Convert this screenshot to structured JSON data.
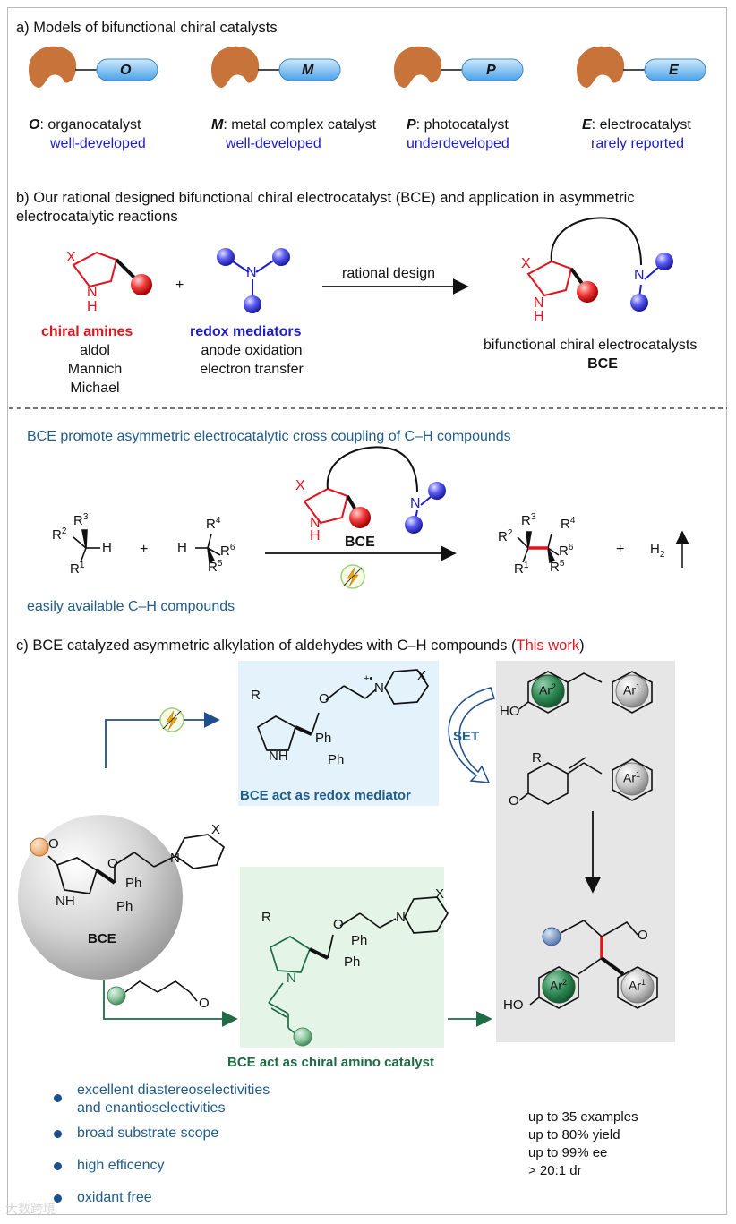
{
  "section_a": {
    "heading": "a) Models of bifunctional chiral catalysts",
    "models": [
      {
        "code": "O",
        "code_label": "O",
        "desc": ": organocatalyst",
        "status": "well-developed"
      },
      {
        "code": "M",
        "code_label": "M",
        "desc": ": metal complex catalyst",
        "status": "well-developed"
      },
      {
        "code": "P",
        "code_label": "P",
        "desc": ": photocatalyst",
        "status": "underdeveloped"
      },
      {
        "code": "E",
        "code_label": "E",
        "desc": ": electrocatalyst",
        "status": "rarely reported"
      }
    ]
  },
  "section_b": {
    "heading_line1": "b) Our rational designed bifunctional chiral electrocatalyst (BCE) and application in asymmetric",
    "heading_line2": "electrocatalytic reactions",
    "amine_title": "chiral amines",
    "amine_uses": [
      "aldol",
      "Mannich",
      "Michael"
    ],
    "mediator_title": "redox mediators",
    "mediator_uses": [
      "anode oxidation",
      "electron transfer"
    ],
    "arrow_label": "rational design",
    "product_title": "bifunctional chiral electrocatalysts",
    "product_abbr": "BCE",
    "plus": "+",
    "atom_x": "X",
    "atom_n": "N",
    "atom_h": "H"
  },
  "coupling": {
    "heading": "BCE promote asymmetric electrocatalytic cross coupling of C–H compounds",
    "reagent_label": "BCE",
    "substrate_caption": "easily available C–H compounds",
    "r1": "R",
    "r2": "R",
    "r3": "R",
    "r4": "R",
    "r5": "R",
    "r6": "R",
    "sup1": "1",
    "sup2": "2",
    "sup3": "3",
    "sup4": "4",
    "sup5": "5",
    "sup6": "6",
    "h": "H",
    "h2": "H",
    "h2_sub": "2",
    "plus": "+"
  },
  "section_c": {
    "heading_pre": "c) BCE catalyzed asymmetric alkylation of aldehydes with C–H compounds (",
    "heading_highlight": "This work",
    "heading_post": ")",
    "sphere_label": "BCE",
    "redox_caption": "BCE act as redox mediator",
    "amino_caption": "BCE act as chiral amino catalyst",
    "set_label": "SET",
    "ph": "Ph",
    "ar1": "Ar",
    "ar2": "Ar",
    "ar1_sup": "1",
    "ar2_sup": "2",
    "ho": "HO",
    "o": "O",
    "r": "R",
    "x": "X",
    "n": "N",
    "nh": "NH",
    "plus_dot": "+•"
  },
  "highlights": {
    "bullets": [
      "excellent diastereoselectivities",
      "and enantioselectivities",
      "broad substrate scope",
      "high efficency",
      "oxidant free"
    ],
    "stats": [
      "up to 35 examples",
      "up to 80% yield",
      "up to 99% ee",
      "> 20:1 dr"
    ]
  },
  "watermark": "大数跨境",
  "colors": {
    "red": "#e0141e",
    "blue": "#1e1ec8",
    "navy": "#1f5b8c",
    "green": "#1f6b45",
    "catalyst_brown": "#c8733a",
    "pill_blue": "#6fb7f0",
    "redox_box": "#e3f2fb",
    "amino_box": "#e4f4e6",
    "gray_panel": "#e6e6e6"
  }
}
